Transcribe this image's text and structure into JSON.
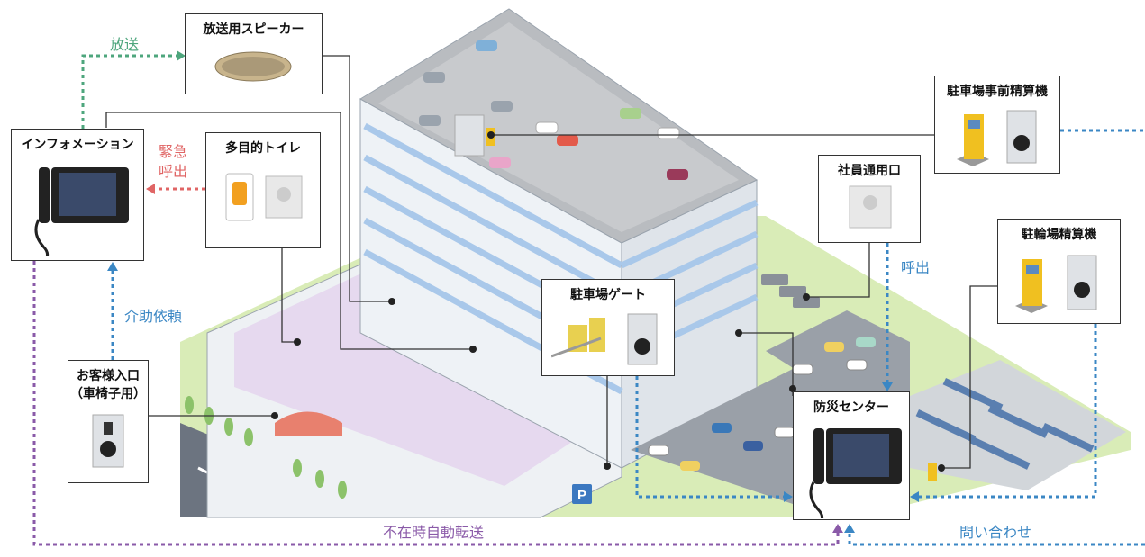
{
  "boxes": {
    "speaker": "放送用スピーカー",
    "information": "インフォメーション",
    "toilet": "多目的トイレ",
    "customer_entrance_line1": "お客様入口",
    "customer_entrance_line2": "（車椅子用）",
    "parking_gate": "駐車場ゲート",
    "prepay_machine": "駐車場事前精算機",
    "staff_entrance": "社員通用口",
    "bicycle_machine": "駐輪場精算機",
    "disaster_center": "防災センター"
  },
  "flows": {
    "broadcast": "放送",
    "emergency_line1": "緊急",
    "emergency_line2": "呼出",
    "assistance": "介助依頼",
    "call": "呼出",
    "absence_transfer": "不在時自動転送",
    "inquiry": "問い合わせ"
  },
  "colors": {
    "green": "#4ea67d",
    "red": "#e06565",
    "blue": "#3b87c4",
    "purple": "#8a5aa8",
    "line": "#333333"
  }
}
